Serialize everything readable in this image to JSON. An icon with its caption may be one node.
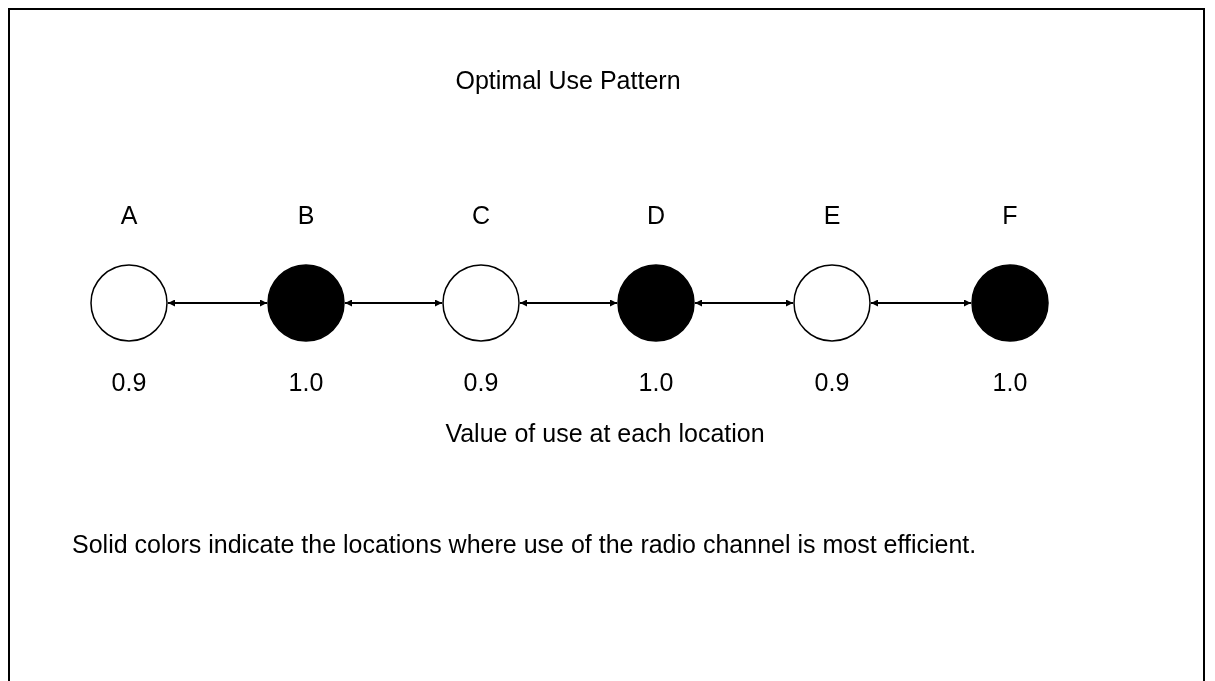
{
  "diagram": {
    "title": "Optimal Use Pattern",
    "caption": "Solid colors indicate the locations where use of the radio channel is most efficient.",
    "nodes": [
      {
        "text": [
          "A"
        ],
        "beside": [
          "0.9"
        ]
      },
      {
        "text": [
          "B"
        ],
        "beside": [
          "1.0"
        ]
      },
      {
        "text": [
          "C"
        ],
        "beside": [
          "0.9"
        ]
      },
      {
        "text": [
          "D"
        ],
        "beside": [
          "1.0"
        ]
      },
      {
        "text": [
          "E"
        ],
        "beside": [
          "0.9"
        ]
      },
      {
        "text": [
          "F"
        ],
        "beside": [
          "1.0"
        ]
      }
    ],
    "edges": [
      {
        "from": 0,
        "to": 1,
        "arrow": "both"
      },
      {
        "from": 1,
        "to": 2,
        "arrow": "both"
      },
      {
        "from": 2,
        "to": 3,
        "arrow": "both"
      },
      {
        "from": 3,
        "to": 4,
        "arrow": "both"
      },
      {
        "from": 4,
        "to": 5,
        "arrow": "both"
      }
    ],
    "labels": [
      "Value of use at each location"
    ]
  }
}
